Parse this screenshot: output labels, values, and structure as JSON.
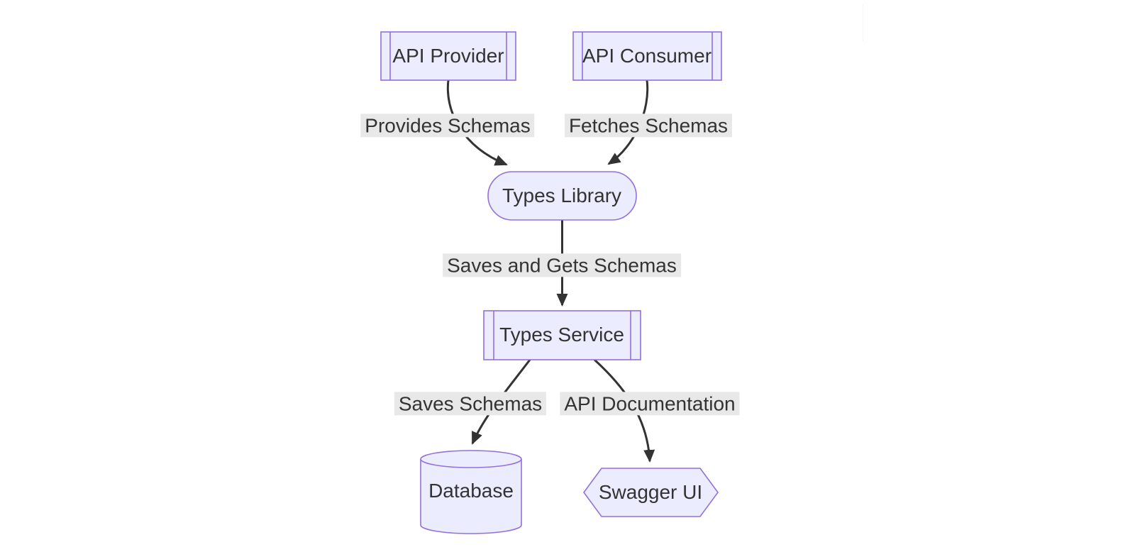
{
  "diagram": {
    "type": "flowchart",
    "direction": "top-down",
    "nodes": [
      {
        "id": "api-provider",
        "label": "API Provider",
        "shape": "subroutine"
      },
      {
        "id": "api-consumer",
        "label": "API Consumer",
        "shape": "subroutine"
      },
      {
        "id": "types-library",
        "label": "Types Library",
        "shape": "stadium"
      },
      {
        "id": "types-service",
        "label": "Types Service",
        "shape": "subroutine"
      },
      {
        "id": "database",
        "label": "Database",
        "shape": "cylinder"
      },
      {
        "id": "swagger-ui",
        "label": "Swagger UI",
        "shape": "hexagon"
      }
    ],
    "edges": [
      {
        "from": "api-provider",
        "to": "types-library",
        "label": "Provides Schemas"
      },
      {
        "from": "api-consumer",
        "to": "types-library",
        "label": "Fetches Schemas"
      },
      {
        "from": "types-library",
        "to": "types-service",
        "label": "Saves and Gets Schemas"
      },
      {
        "from": "types-service",
        "to": "database",
        "label": "Saves Schemas"
      },
      {
        "from": "types-service",
        "to": "swagger-ui",
        "label": "API Documentation"
      }
    ]
  },
  "colors": {
    "node_fill": "#ECECFF",
    "node_border": "#9370DB",
    "edge_line": "#333333",
    "edge_label_bg": "#e8e8e8",
    "text": "#333333",
    "background": "#ffffff"
  }
}
